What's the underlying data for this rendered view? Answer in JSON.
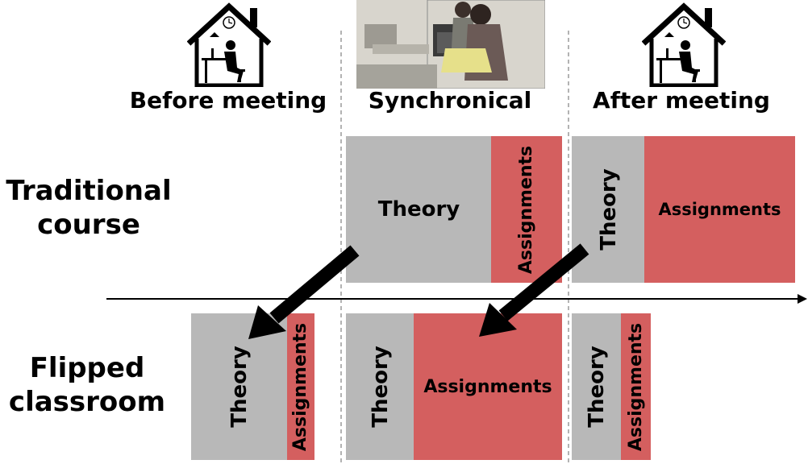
{
  "phases": {
    "before": "Before meeting",
    "sync": "Synchronical",
    "after": "After meeting"
  },
  "rows": {
    "traditional": "Traditional\ncourse",
    "flipped": "Flipped\nclassroom"
  },
  "blocks": {
    "theory": "Theory",
    "assignments": "Assignments"
  },
  "colors": {
    "theory": "#b8b8b8",
    "assignments": "#d45f5f"
  },
  "icons": [
    "house-workstation-icon",
    "classroom-photo-icon",
    "house-workstation-icon"
  ]
}
